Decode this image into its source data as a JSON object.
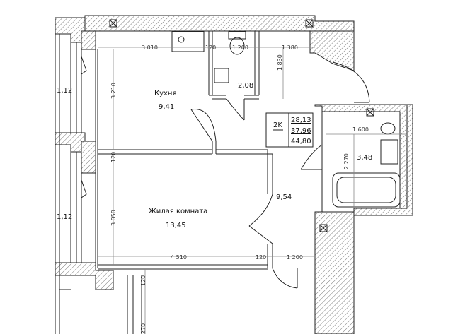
{
  "rooms": {
    "kitchen": {
      "name": "Кухня",
      "area": "9,41"
    },
    "living": {
      "name": "Жилая комната",
      "area": "13,45"
    },
    "wc": {
      "area": "2,08"
    },
    "hall": {
      "area": "9,54"
    },
    "bath": {
      "area": "3,48"
    },
    "balcony_top": {
      "area": "1,12"
    },
    "balcony_bottom": {
      "area": "1,12"
    }
  },
  "summary": {
    "type": "2K",
    "living_area": "28,13",
    "total_area": "37,96",
    "total_with_balcony": "44,80"
  },
  "dimensions": {
    "d_3010": "3 010",
    "d_120a": "120",
    "d_1200a": "1 200",
    "d_1380": "1 380",
    "d_1830": "1 830",
    "d_3210": "3 210",
    "d_120b": "120",
    "d_1600": "1 600",
    "d_2270": "2 270",
    "d_3050": "3 050",
    "d_4510": "4 510",
    "d_120c": "120",
    "d_1200b": "1 200",
    "d_120d": "120",
    "d_270": "270"
  }
}
